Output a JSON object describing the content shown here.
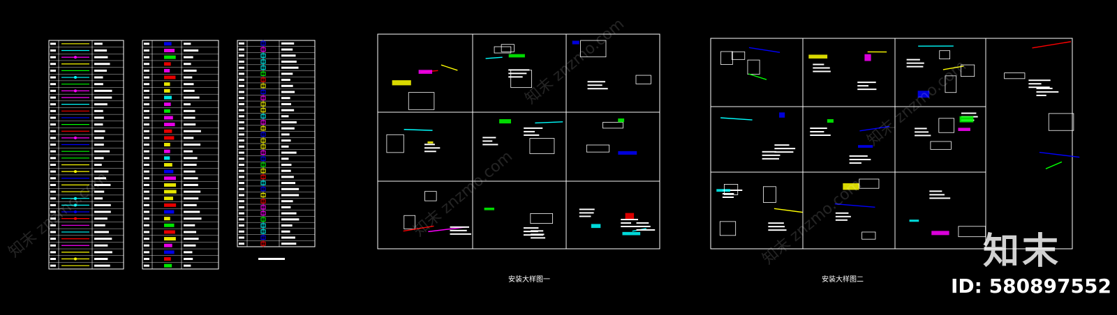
{
  "sheets": {
    "sheet_one_title": "安装大样图一",
    "sheet_two_title": "安装大样图二"
  },
  "watermark": {
    "brand": "知末",
    "id_text": "ID: 580897552",
    "domain_text": "znzmo.com"
  },
  "colors": {
    "background": "#000000",
    "line": "#ffffff",
    "accents": [
      "#ff00ff",
      "#00ffff",
      "#ffff00",
      "#00ff00",
      "#ff0000",
      "#0000ff"
    ]
  }
}
